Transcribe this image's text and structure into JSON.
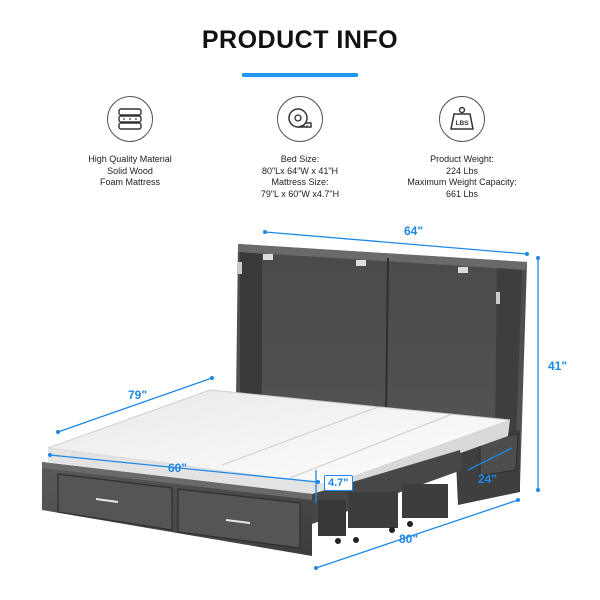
{
  "header": {
    "title": "PRODUCT INFO",
    "accent_color": "#2196f3"
  },
  "features": [
    {
      "icon": "mattress-layers-icon",
      "lines": [
        "High Quality Material",
        "Solid Wood",
        "Foam Mattress"
      ]
    },
    {
      "icon": "tape-measure-icon",
      "lines": [
        "Bed Size:",
        "80\"Lx  64\"W x 41\"H",
        "Mattress Size:",
        "79\"L x  60\"W x4.7\"H"
      ]
    },
    {
      "icon": "weight-lbs-icon",
      "lines": [
        "Product Weight:",
        "224 Lbs",
        "Maximum Weight Capacity:",
        "661 Lbs"
      ]
    }
  ],
  "dimensions": {
    "width_top": "64\"",
    "height": "41\"",
    "mattress_length": "79\"",
    "mattress_width": "60\"",
    "mattress_thickness": "4.7\"",
    "cabinet_depth": "24\"",
    "bed_length": "80\""
  },
  "colors": {
    "dimension": "#1e88e5",
    "wood": "#4a4a4a",
    "mattress": "#f2f2f2"
  }
}
